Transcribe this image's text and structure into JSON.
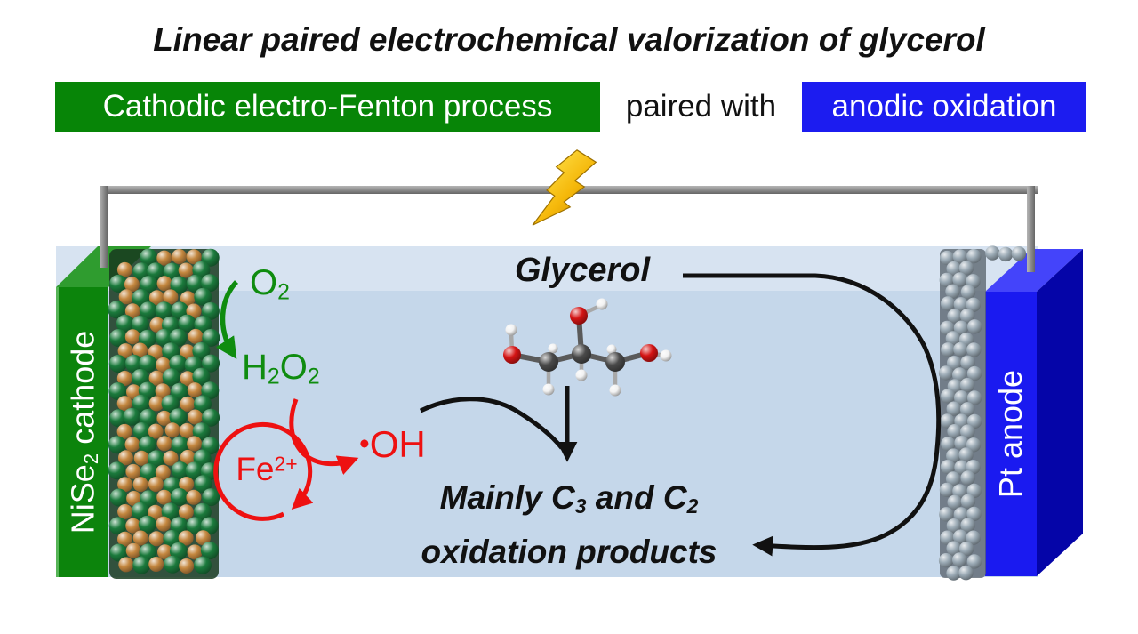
{
  "title": "Linear paired electrochemical valorization of glycerol",
  "header": {
    "cathodic_label": "Cathodic electro-Fenton process",
    "paired_label": "paired with",
    "anodic_label": "anodic oxidation"
  },
  "electrodes": {
    "cathode": {
      "base": "NiSe",
      "sub": "2",
      "rest": " cathode"
    },
    "anode": "Pt anode"
  },
  "species": {
    "o2": {
      "base": "O",
      "sub": "2"
    },
    "h2o2": {
      "h": "H",
      "h_sub": "2",
      "o": "O",
      "o_sub": "2"
    },
    "fe": {
      "base": "Fe",
      "sup": "2+"
    },
    "oh": {
      "bullet": "•",
      "base": "OH"
    },
    "glycerol": "Glycerol"
  },
  "products": {
    "line1_a": "Mainly C",
    "line1_sub_a": "3",
    "line1_b": " and C",
    "line1_sub_b": "2",
    "line2": "oxidation products"
  },
  "icons": {
    "lightning_bolt": "⚡"
  },
  "colors": {
    "green_box": "#078507",
    "blue_box": "#1c1cf0",
    "electrolyte": "#c5d7ea",
    "electrolyte_top": "#d7e3f1",
    "cathode_face": "#0c840c",
    "cathode_top": "#2f9c2f",
    "anode_face": "#1a1af0",
    "anode_top": "#4444fa",
    "anode_side": "#0505a8",
    "green_text": "#0f8c0f",
    "red_accent": "#ee1111",
    "bolt_gold": "#f5b80a"
  },
  "crystal": {
    "cathode_green": "#1b7a3c",
    "cathode_orange": "#c4873f",
    "anode_gray": "#9aa9b4"
  }
}
